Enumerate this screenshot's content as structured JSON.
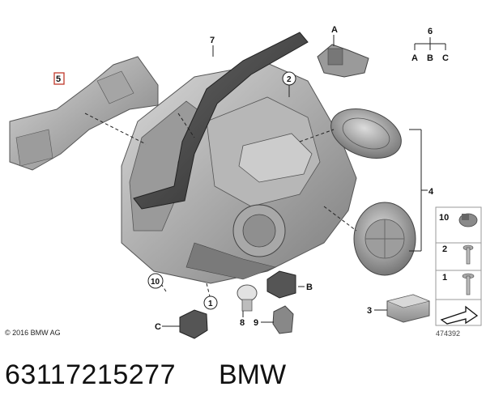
{
  "diagram": {
    "callouts": {
      "c1": "1",
      "c2": "2",
      "c3": "3",
      "c4": "4",
      "c5": "5",
      "c6": "6",
      "c7": "7",
      "c8": "8",
      "c9": "9",
      "c10": "10",
      "cA": "A",
      "cB": "B",
      "cC": "C"
    },
    "legend_tree": {
      "top": "6",
      "children": [
        "A",
        "B",
        "C"
      ]
    },
    "side_legend": {
      "items": [
        "10",
        "2",
        "1"
      ]
    }
  },
  "footer": {
    "copyright": "© 2016 BMW AG",
    "image_number": "474392",
    "part_number": "63117215277",
    "brand": "BMW"
  },
  "colors": {
    "part_dark": "#3a3a3a",
    "part_mid": "#8a8a8a",
    "part_light": "#c8c8c8",
    "highlight_box": "#c0392b"
  }
}
